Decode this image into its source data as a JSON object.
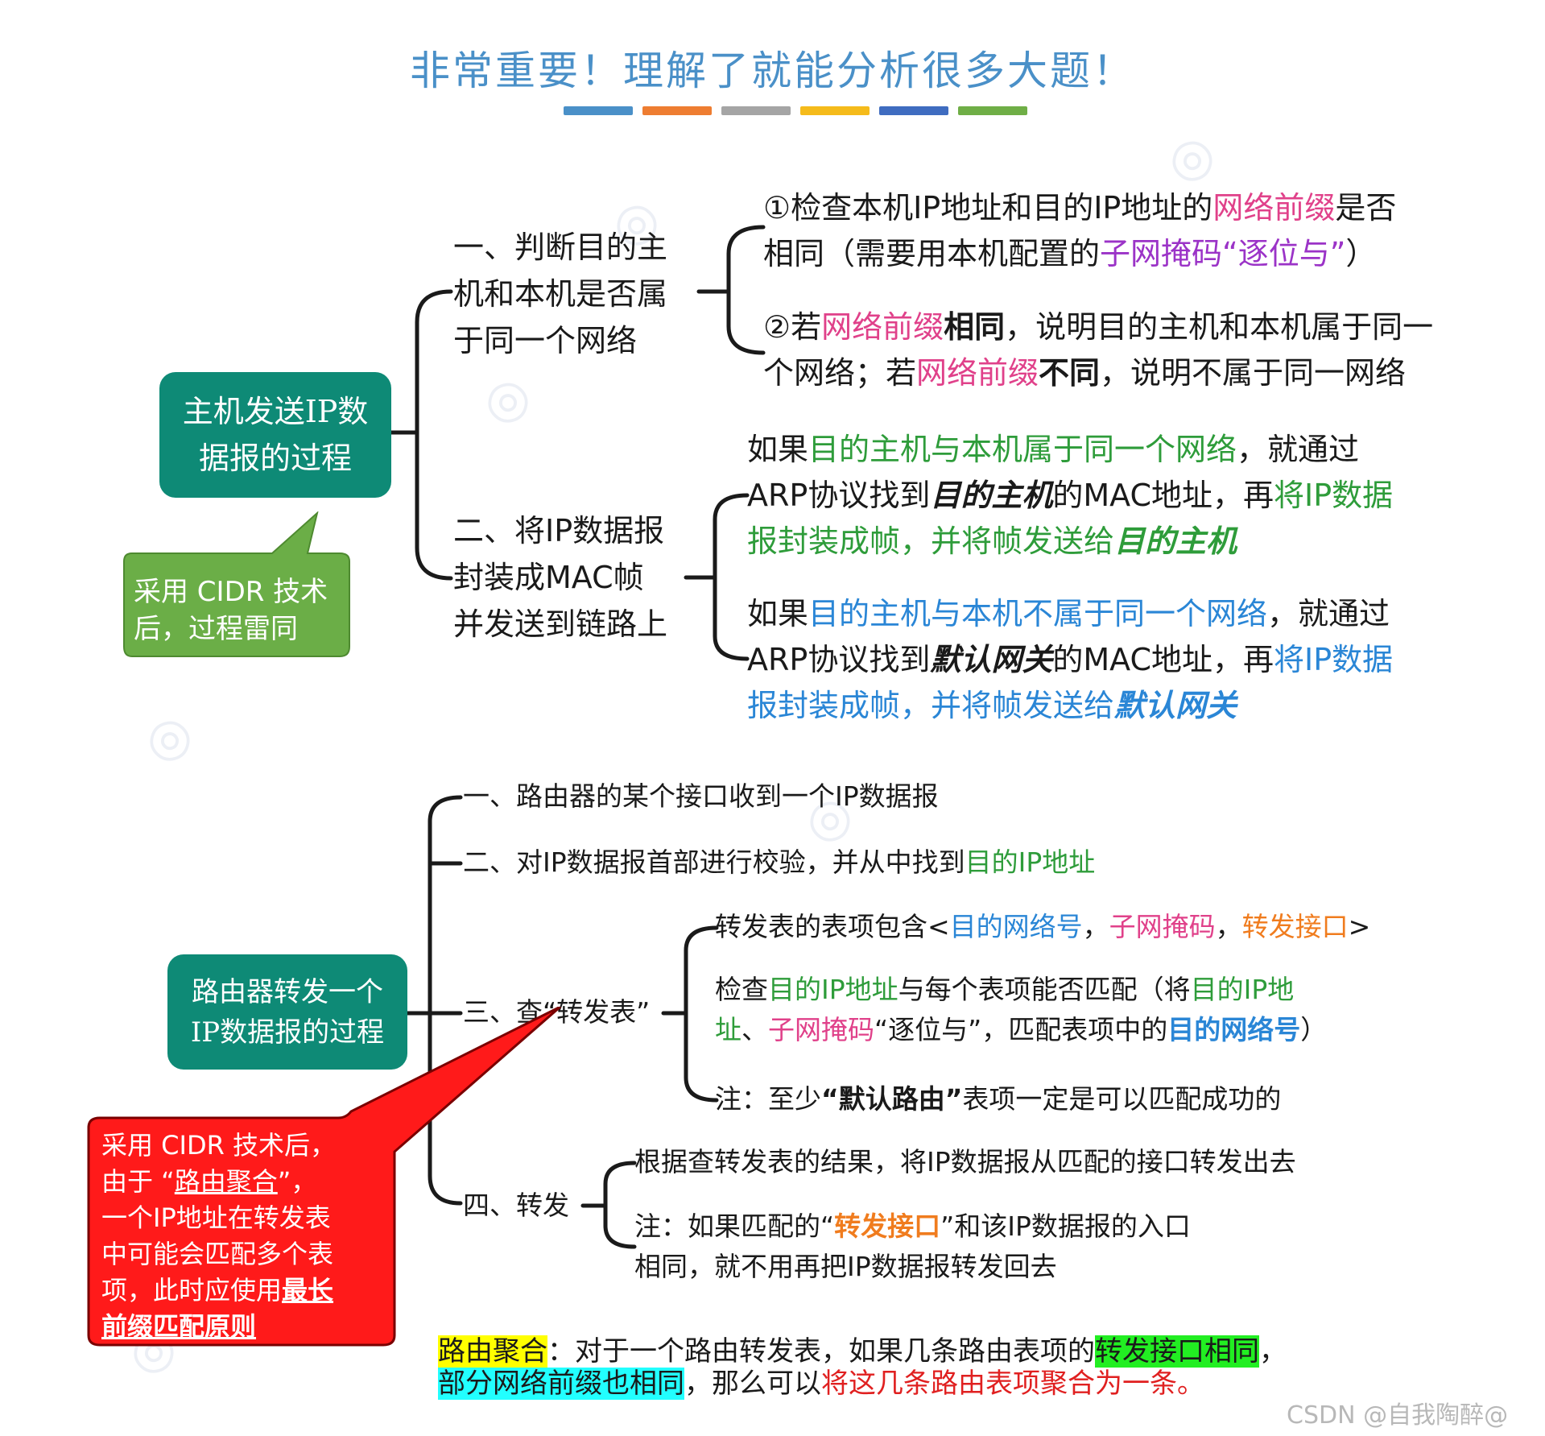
{
  "title": "非常重要！理解了就能分析很多大题！",
  "title_bar_colors": [
    "#4a90c8",
    "#ee7d31",
    "#a5a5a5",
    "#f5bb1b",
    "#3f6cc0",
    "#6fae46"
  ],
  "colors": {
    "teal": "#0e8a76",
    "green_bubble": "#6bae47",
    "red_bubble": "#ff1a1a"
  },
  "section1": {
    "root": [
      "主机发送IP数",
      "据报的过程"
    ],
    "bubble": [
      "采用 CIDR 技术",
      "后，过程雷同"
    ],
    "step1": [
      "一、判断目的主",
      "机和本机是否属",
      "于同一个网络"
    ],
    "step1_items": {
      "a1": "①检查本机IP地址和目的IP地址的",
      "a2": "网络前缀",
      "a3": "是否",
      "a4": "相同（需要用本机配置的",
      "a5": "子网掩码“逐位与”",
      "a6": "）",
      "b1": "②若",
      "b2": "网络前缀",
      "b3": "相同",
      "b4": "，说明目的主机和本机属于同一",
      "b5": "个网络；若",
      "b6": "网络前缀",
      "b7": "不同",
      "b8": "，说明不属于同一网络"
    },
    "step2": [
      "二、将IP数据报",
      "封装成MAC帧",
      "并发送到链路上"
    ],
    "step2_items": {
      "c1": "如果",
      "c2": "目的主机与本机属于同一个网络",
      "c3": "，就通过",
      "c4": "ARP协议找到",
      "c5": "目的主机",
      "c6": "的MAC地址，再",
      "c7": "将IP数据",
      "c8": "报封装成帧，并将帧发送给",
      "c9": "目的主机",
      "d1": "如果",
      "d2": "目的主机与本机不属于同一个网络",
      "d3": "，就通过",
      "d4": "ARP协议找到",
      "d5": "默认网关",
      "d6": "的MAC地址，再",
      "d7": "将IP数据",
      "d8": "报封装成帧，并将帧发送给",
      "d9": "默认网关"
    }
  },
  "section2": {
    "root": [
      "路由器转发一个",
      "IP数据报的过程"
    ],
    "s1": "一、路由器的某个接口收到一个IP数据报",
    "s2a": "二、对IP数据报首部进行校验，并从中找到",
    "s2b": "目的IP地址",
    "s3": "三、查“转发表”",
    "s3_items": {
      "e1": "转发表的表项包含<",
      "e2": "目的网络号",
      "e3": "，",
      "e4": "子网掩码",
      "e5": "，",
      "e6": "转发接口",
      "e7": ">",
      "f1": "检查",
      "f2": "目的IP地址",
      "f3": "与每个表项能否匹配（将",
      "f4": "目的IP地",
      "f5": "址",
      "f6": "、",
      "f7": "子网掩码",
      "f8": "“逐位与”，匹配表项中的",
      "f9": "目的网络号",
      "f10": "）",
      "g1": "注：至少",
      "g2": "“默认路由”",
      "g3": "表项一定是可以匹配成功的"
    },
    "s4": "四、转发",
    "s4_items": {
      "h1": "根据查转发表的结果，将IP数据报从匹配的接口转发出去",
      "i1": "注：如果匹配的“",
      "i2": "转发接口",
      "i3": "”和该IP数据报的入口",
      "i4": "相同，就不用再把IP数据报转发回去"
    },
    "bubble": {
      "l1": "采用 CIDR 技术后，",
      "l2a": "由于 “",
      "l2b": "路由聚合",
      "l2c": "”，",
      "l3": "一个IP地址在转发表",
      "l4": "中可能会匹配多个表",
      "l5a": "项，此时应使用",
      "l5b": "最长",
      "l6": "前缀匹配原则"
    }
  },
  "footer": {
    "k1": "路由聚合",
    "k2": "：对于一个路由转发表，如果几条路由表项的",
    "k3": "转发接口相同",
    "k4": "，",
    "k5": "部分网络前缀也相同",
    "k6": "，那么可以",
    "k7": "将这几条路由表项聚合为一条。"
  },
  "credit": "CSDN @自我陶醉@"
}
